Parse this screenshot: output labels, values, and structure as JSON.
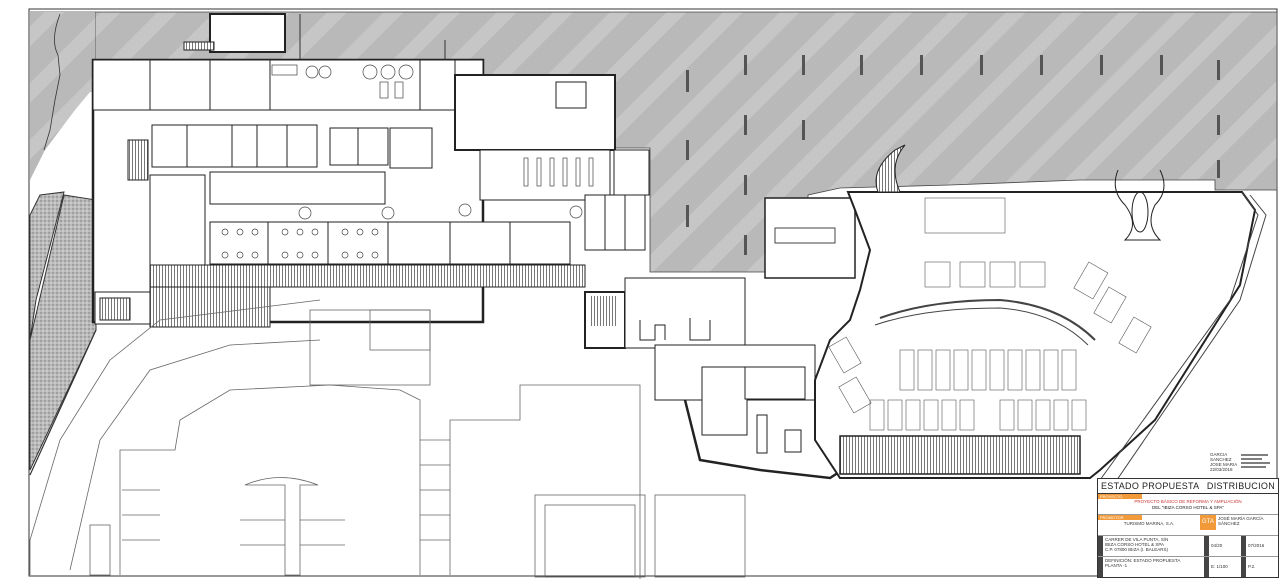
{
  "drawing": {
    "type": "architectural-floor-plan",
    "hatch_color": "#b5b5b5",
    "line_color": "#222222",
    "accent_color": "#f29a3a"
  },
  "title_block": {
    "state": "ESTADO PROPUESTA",
    "sheet": "DISTRIBUCION",
    "project_label": "PROYECTO",
    "project_line1": "PROYECTO BÁSICO DE REFORMA Y AMPLIACIÓN",
    "project_line2": "DEL \"IBIZA CORSO HOTEL & SPA\"",
    "owner_label": "PROMOTOR",
    "owner": "TURISMO MARINA, S.A.",
    "logo": "GTA",
    "architect": "JOSÉ MARÍA GARCÍA SÁNCHEZ",
    "address_line1": "CARRER DE VILA PUNTA, S/N",
    "address_line2": "IBIZA CORSO HOTEL & SPA",
    "address_line3": "C.P. 07800 IBIZA (I. BALEARS)",
    "date_1": "04/20",
    "date_2": "07/2016",
    "definition_line1": "DEFINICIÓN: ESTADO PROPUESTA",
    "definition_line2": "PLANTA -1",
    "scale": "E: 1/100",
    "plan_number": "P.2."
  },
  "signature": {
    "name_line1": "GARCIA",
    "name_line2": "SANCHEZ",
    "name_line3": "JOSE MARIA",
    "date": "22/03/2018"
  }
}
